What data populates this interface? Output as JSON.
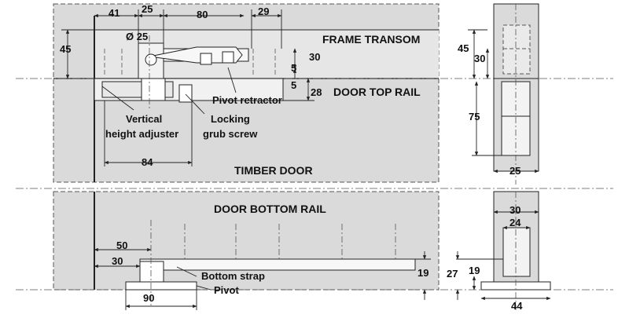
{
  "labels": {
    "frame_transom": "FRAME TRANSOM",
    "door_top_rail": "DOOR TOP RAIL",
    "timber_door": "TIMBER DOOR",
    "door_bottom_rail": "DOOR BOTTOM RAIL",
    "pivot_retractor": "Pivot retractor",
    "vertical_height_adjuster_line1": "Vertical",
    "vertical_height_adjuster_line2": "height adjuster",
    "locking_grub_screw_line1": "Locking",
    "locking_grub_screw_line2": "grub screw",
    "bottom_strap": "Bottom strap",
    "pivot": "Pivot"
  },
  "dimensions": {
    "d41": "41",
    "d25_top": "25",
    "d80": "80",
    "d29": "29",
    "dia25": "Ø 25",
    "d45_left": "45",
    "d30_mid": "30",
    "d5_a": "5",
    "d5_b": "5",
    "d28": "28",
    "d84": "84",
    "d45_right": "45",
    "d30_right": "30",
    "d75": "75",
    "d25_right": "25",
    "d50": "50",
    "d30_bottom": "30",
    "d90": "90",
    "d19_bottom": "19",
    "d30_end": "30",
    "d24_end": "24",
    "d27": "27",
    "d19_end": "19",
    "d44": "44"
  },
  "colors": {
    "panel_fill": "#dadada",
    "line": "#222222",
    "dash": "#555555",
    "text": "#111111"
  }
}
